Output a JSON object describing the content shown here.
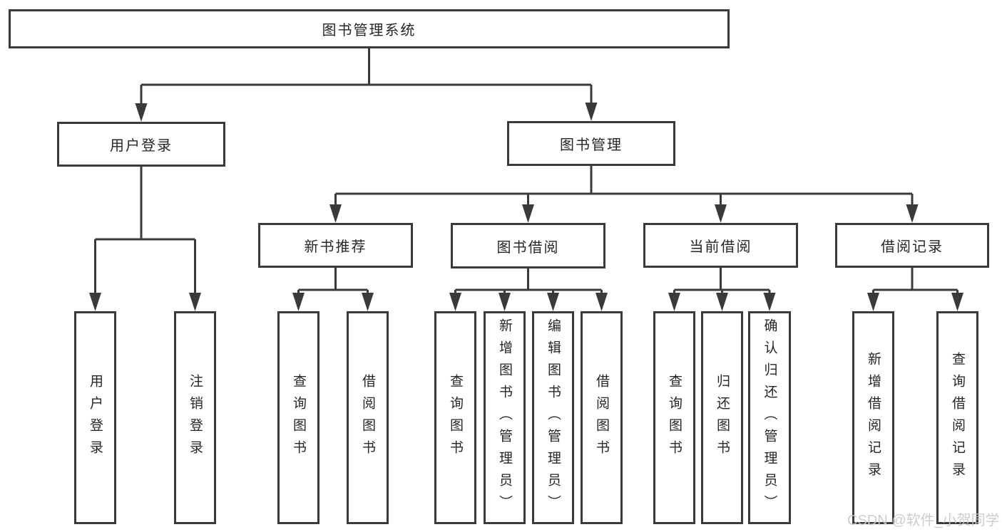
{
  "root": {
    "label": "图书管理系统"
  },
  "level2": [
    {
      "label": "用户登录"
    },
    {
      "label": "图书管理"
    }
  ],
  "level3": [
    {
      "label": "新书推荐"
    },
    {
      "label": "图书借阅"
    },
    {
      "label": "当前借阅"
    },
    {
      "label": "借阅记录"
    }
  ],
  "leaves": [
    {
      "label": "用户登录"
    },
    {
      "label": "注销登录"
    },
    {
      "label": "查询图书"
    },
    {
      "label": "借阅图书"
    },
    {
      "label": "查询图书"
    },
    {
      "label": "新增图书（管理员）"
    },
    {
      "label": "编辑图书（管理员）"
    },
    {
      "label": "借阅图书"
    },
    {
      "label": "查询图书"
    },
    {
      "label": "归还图书"
    },
    {
      "label": "确认归还（管理员）"
    },
    {
      "label": "新增借阅记录"
    },
    {
      "label": "查询借阅记录"
    }
  ],
  "watermark": {
    "text": "CSDN @软件_小贺同学"
  },
  "colors": {
    "line": "#3a3a3a",
    "box_border": "#3a3a3a",
    "box_fill": "#ffffff",
    "text": "#262626",
    "watermark": "#c9c9c9",
    "background": "#ffffff"
  }
}
